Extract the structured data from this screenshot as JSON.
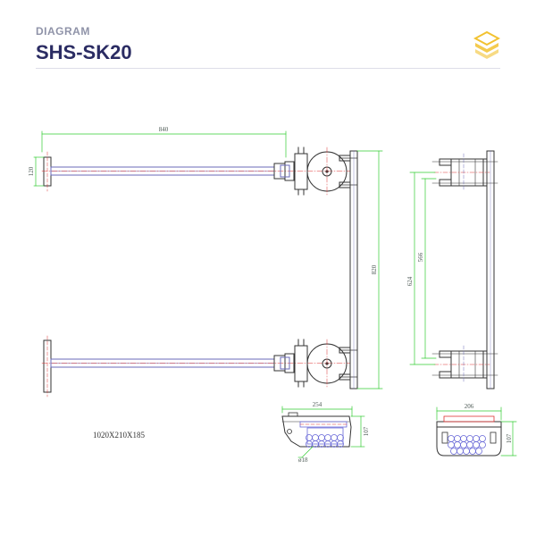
{
  "header": {
    "kicker": "DIAGRAM",
    "title": "SHS-SK20",
    "logo_icon": "stacked-layers-icon"
  },
  "colors": {
    "header_title": "#2b2c63",
    "header_kicker": "#8f93a8",
    "dimension_lines": "#33cc33",
    "outline": "#333333",
    "centerline": "#dd3333",
    "bar": "#6a6ab8",
    "rollers": "#6a6ad8",
    "logo": "#f2c230"
  },
  "dimensions": {
    "handle_length": "840",
    "handle_width": "120",
    "frame_height": "820",
    "inner_span_1": "624",
    "inner_span_2": "566",
    "dolly_length": "254",
    "dolly_height": "107",
    "roller_dia": "ø18",
    "dolly_end_width": "206",
    "dolly_end_height": "107"
  },
  "note": "1020X210X185"
}
